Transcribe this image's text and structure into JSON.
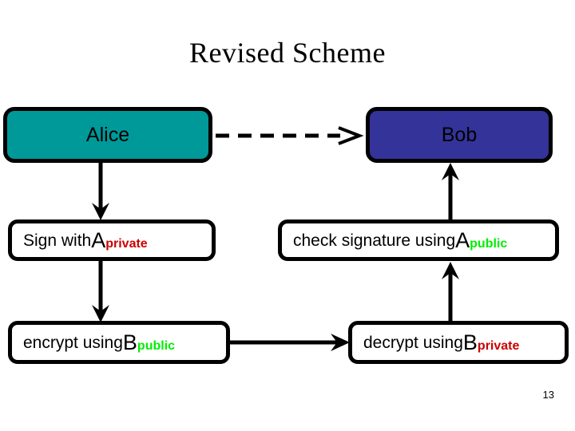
{
  "slide": {
    "title": "Revised Scheme",
    "page_number": "13"
  },
  "colors": {
    "alice_fill": "#009999",
    "bob_fill": "#333399",
    "border": "#000000",
    "private_text": "#cc0000",
    "public_text": "#00ee00",
    "background": "#ffffff"
  },
  "nodes": {
    "alice": {
      "label": "Alice"
    },
    "bob": {
      "label": "Bob"
    },
    "sign": {
      "text": "Sign with ",
      "key": "A",
      "subscript": "private"
    },
    "check": {
      "text": "check signature using ",
      "key": "A",
      "subscript": "public"
    },
    "encrypt": {
      "text": "encrypt using ",
      "key": "B",
      "subscript": "public"
    },
    "decrypt": {
      "text": "decrypt using ",
      "key": "B",
      "subscript": "private"
    }
  },
  "arrows": [
    {
      "name": "alice-to-bob",
      "style": "dashed",
      "direction": "right"
    },
    {
      "name": "alice-to-sign",
      "style": "solid",
      "direction": "down"
    },
    {
      "name": "sign-to-encrypt",
      "style": "solid",
      "direction": "down"
    },
    {
      "name": "encrypt-to-decrypt",
      "style": "solid",
      "direction": "right"
    },
    {
      "name": "decrypt-to-check",
      "style": "solid",
      "direction": "up"
    },
    {
      "name": "check-to-bob",
      "style": "solid",
      "direction": "up"
    }
  ]
}
